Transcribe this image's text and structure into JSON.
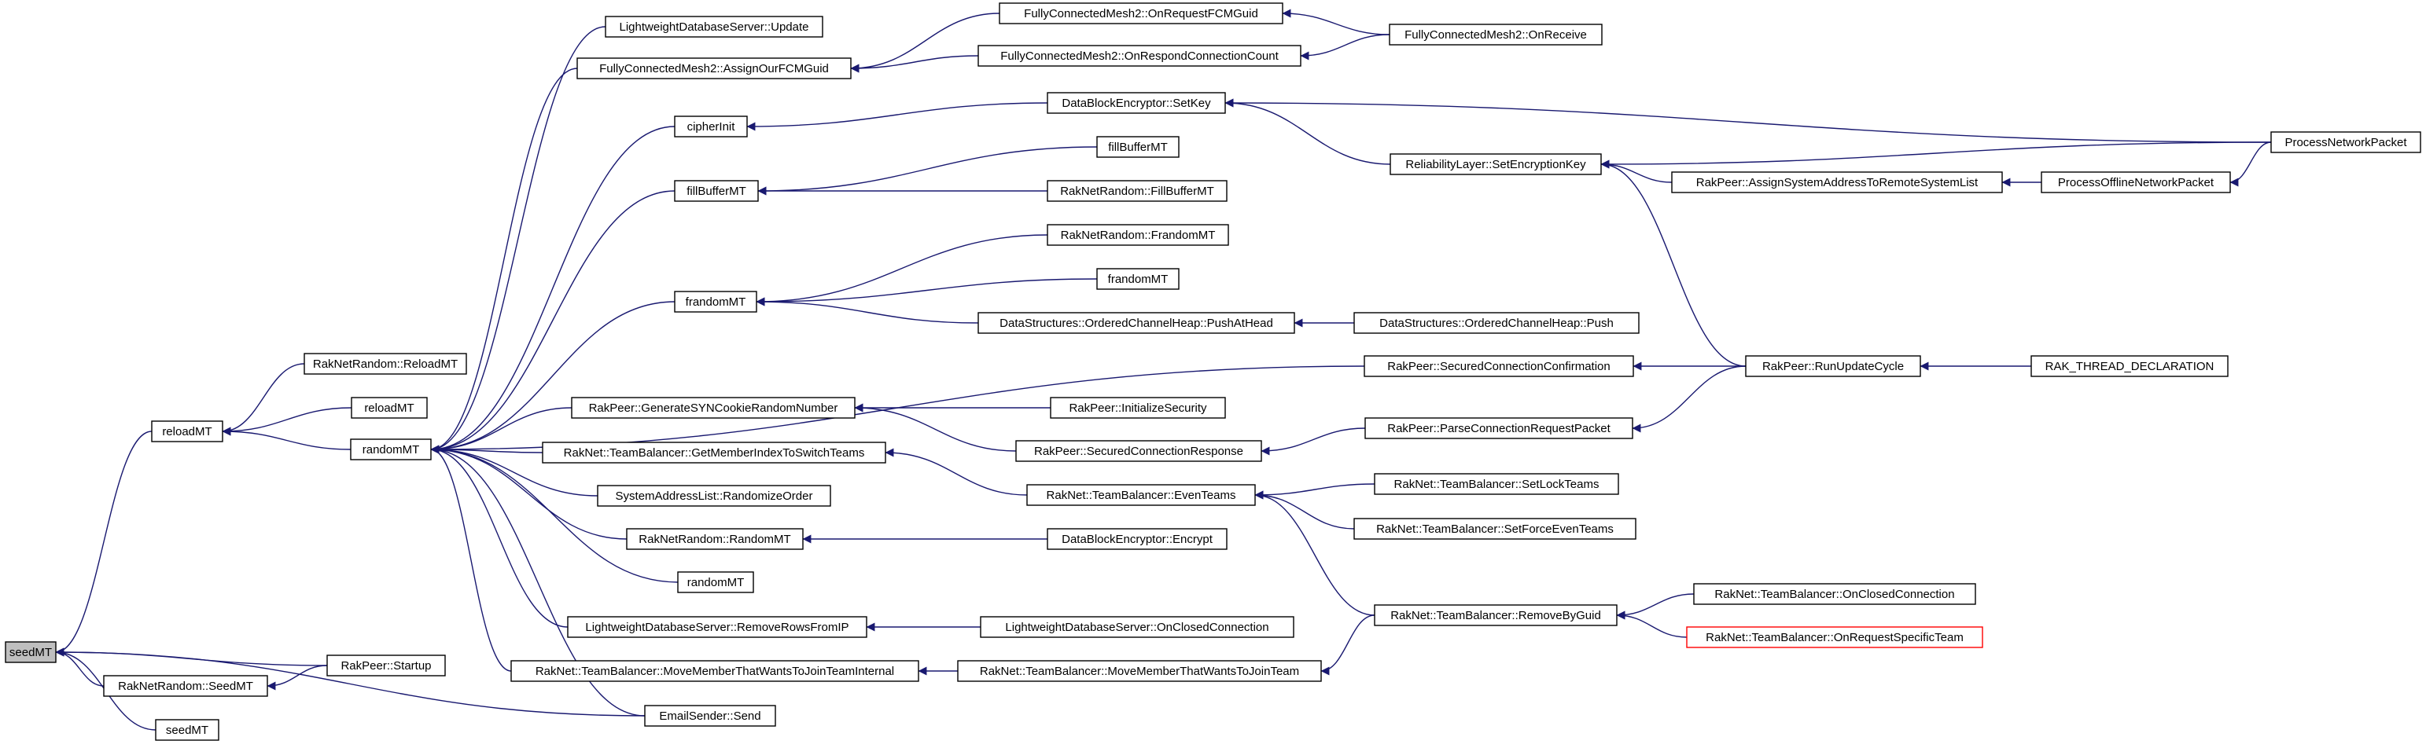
{
  "nodes": [
    {
      "id": "seedMT",
      "label": "seedMT",
      "root": true
    },
    {
      "id": "reloadMT",
      "label": "reloadMT"
    },
    {
      "id": "RakNetRandom_SeedMT",
      "label": "RakNetRandom::SeedMT"
    },
    {
      "id": "seedMT2",
      "label": "seedMT"
    },
    {
      "id": "RakPeer_Startup",
      "label": "RakPeer::Startup"
    },
    {
      "id": "EmailSender_Send",
      "label": "EmailSender::Send"
    },
    {
      "id": "RakNetRandom_ReloadMT",
      "label": "RakNetRandom::ReloadMT"
    },
    {
      "id": "reloadMT2",
      "label": "reloadMT"
    },
    {
      "id": "randomMT",
      "label": "randomMT"
    },
    {
      "id": "LDS_Update",
      "label": "LightweightDatabaseServer::Update"
    },
    {
      "id": "FCM2_AssignOurFCMGuid",
      "label": "FullyConnectedMesh2::AssignOurFCMGuid"
    },
    {
      "id": "cipherInit",
      "label": "cipherInit"
    },
    {
      "id": "fillBufferMT",
      "label": "fillBufferMT"
    },
    {
      "id": "frandomMT",
      "label": "frandomMT"
    },
    {
      "id": "RakPeer_GenerateSYNCookie",
      "label": "RakPeer::GenerateSYNCookieRandomNumber"
    },
    {
      "id": "TB_GetMemberIndex",
      "label": "RakNet::TeamBalancer::GetMemberIndexToSwitchTeams"
    },
    {
      "id": "SAL_RandomizeOrder",
      "label": "SystemAddressList::RandomizeOrder"
    },
    {
      "id": "RakNetRandom_RandomMT",
      "label": "RakNetRandom::RandomMT"
    },
    {
      "id": "randomMT2",
      "label": "randomMT"
    },
    {
      "id": "LDS_RemoveRowsFromIP",
      "label": "LightweightDatabaseServer::RemoveRowsFromIP"
    },
    {
      "id": "TB_MoveMemberInternal",
      "label": "RakNet::TeamBalancer::MoveMemberThatWantsToJoinTeamInternal"
    },
    {
      "id": "FCM2_OnRequestFCMGuid",
      "label": "FullyConnectedMesh2::OnRequestFCMGuid"
    },
    {
      "id": "FCM2_OnRespondConnectionCount",
      "label": "FullyConnectedMesh2::OnRespondConnectionCount"
    },
    {
      "id": "FCM2_OnReceive",
      "label": "FullyConnectedMesh2::OnReceive"
    },
    {
      "id": "DBE_SetKey",
      "label": "DataBlockEncryptor::SetKey"
    },
    {
      "id": "fillBufferMT2",
      "label": "fillBufferMT"
    },
    {
      "id": "RakNetRandom_FillBufferMT",
      "label": "RakNetRandom::FillBufferMT"
    },
    {
      "id": "RakNetRandom_FrandomMT",
      "label": "RakNetRandom::FrandomMT"
    },
    {
      "id": "frandomMT2",
      "label": "frandomMT"
    },
    {
      "id": "DS_OCH_PushAtHead",
      "label": "DataStructures::OrderedChannelHeap::PushAtHead"
    },
    {
      "id": "DS_OCH_Push",
      "label": "DataStructures::OrderedChannelHeap::Push"
    },
    {
      "id": "RakPeer_SecuredConnectionConfirmation",
      "label": "RakPeer::SecuredConnectionConfirmation"
    },
    {
      "id": "RakPeer_InitializeSecurity",
      "label": "RakPeer::InitializeSecurity"
    },
    {
      "id": "RakPeer_SecuredConnectionResponse",
      "label": "RakPeer::SecuredConnectionResponse"
    },
    {
      "id": "RakPeer_ParseConnectionRequestPacket",
      "label": "RakPeer::ParseConnectionRequestPacket"
    },
    {
      "id": "TB_EvenTeams",
      "label": "RakNet::TeamBalancer::EvenTeams"
    },
    {
      "id": "DBE_Encrypt",
      "label": "DataBlockEncryptor::Encrypt"
    },
    {
      "id": "LDS_OnClosedConnection",
      "label": "LightweightDatabaseServer::OnClosedConnection"
    },
    {
      "id": "TB_MoveMember",
      "label": "RakNet::TeamBalancer::MoveMemberThatWantsToJoinTeam"
    },
    {
      "id": "RL_SetEncryptionKey",
      "label": "ReliabilityLayer::SetEncryptionKey"
    },
    {
      "id": "RakPeer_AssignSystemAddress",
      "label": "RakPeer::AssignSystemAddressToRemoteSystemList"
    },
    {
      "id": "ProcessOfflineNetworkPacket",
      "label": "ProcessOfflineNetworkPacket"
    },
    {
      "id": "ProcessNetworkPacket",
      "label": "ProcessNetworkPacket"
    },
    {
      "id": "RakPeer_RunUpdateCycle",
      "label": "RakPeer::RunUpdateCycle"
    },
    {
      "id": "RAK_THREAD_DECLARATION",
      "label": "RAK_THREAD_DECLARATION"
    },
    {
      "id": "TB_SetLockTeams",
      "label": "RakNet::TeamBalancer::SetLockTeams"
    },
    {
      "id": "TB_SetForceEvenTeams",
      "label": "RakNet::TeamBalancer::SetForceEvenTeams"
    },
    {
      "id": "TB_RemoveByGuid",
      "label": "RakNet::TeamBalancer::RemoveByGuid"
    },
    {
      "id": "TB_OnClosedConnection",
      "label": "RakNet::TeamBalancer::OnClosedConnection"
    },
    {
      "id": "TB_OnRequestSpecificTeam",
      "label": "RakNet::TeamBalancer::OnRequestSpecificTeam",
      "truncated": true
    }
  ],
  "edges": [
    [
      "reloadMT",
      "seedMT"
    ],
    [
      "RakNetRandom_SeedMT",
      "seedMT"
    ],
    [
      "seedMT2",
      "seedMT"
    ],
    [
      "RakPeer_Startup",
      "seedMT"
    ],
    [
      "EmailSender_Send",
      "seedMT"
    ],
    [
      "RakPeer_Startup",
      "RakNetRandom_SeedMT"
    ],
    [
      "RakNetRandom_ReloadMT",
      "reloadMT"
    ],
    [
      "reloadMT2",
      "reloadMT"
    ],
    [
      "randomMT",
      "reloadMT"
    ],
    [
      "LDS_Update",
      "randomMT"
    ],
    [
      "FCM2_AssignOurFCMGuid",
      "randomMT"
    ],
    [
      "cipherInit",
      "randomMT"
    ],
    [
      "fillBufferMT",
      "randomMT"
    ],
    [
      "frandomMT",
      "randomMT"
    ],
    [
      "RakPeer_SecuredConnectionConfirmation",
      "randomMT"
    ],
    [
      "RakPeer_GenerateSYNCookie",
      "randomMT"
    ],
    [
      "TB_GetMemberIndex",
      "randomMT"
    ],
    [
      "SAL_RandomizeOrder",
      "randomMT"
    ],
    [
      "RakNetRandom_RandomMT",
      "randomMT"
    ],
    [
      "randomMT2",
      "randomMT"
    ],
    [
      "LDS_RemoveRowsFromIP",
      "randomMT"
    ],
    [
      "TB_MoveMemberInternal",
      "randomMT"
    ],
    [
      "EmailSender_Send",
      "randomMT"
    ],
    [
      "FCM2_OnRequestFCMGuid",
      "FCM2_AssignOurFCMGuid"
    ],
    [
      "FCM2_OnRespondConnectionCount",
      "FCM2_AssignOurFCMGuid"
    ],
    [
      "FCM2_OnReceive",
      "FCM2_OnRequestFCMGuid"
    ],
    [
      "FCM2_OnReceive",
      "FCM2_OnRespondConnectionCount"
    ],
    [
      "DBE_SetKey",
      "cipherInit"
    ],
    [
      "RL_SetEncryptionKey",
      "DBE_SetKey"
    ],
    [
      "ProcessNetworkPacket",
      "DBE_SetKey"
    ],
    [
      "fillBufferMT2",
      "fillBufferMT"
    ],
    [
      "RakNetRandom_FillBufferMT",
      "fillBufferMT"
    ],
    [
      "RakNetRandom_FrandomMT",
      "frandomMT"
    ],
    [
      "frandomMT2",
      "frandomMT"
    ],
    [
      "DS_OCH_PushAtHead",
      "frandomMT"
    ],
    [
      "DS_OCH_Push",
      "DS_OCH_PushAtHead"
    ],
    [
      "RakPeer_InitializeSecurity",
      "RakPeer_GenerateSYNCookie"
    ],
    [
      "RakPeer_SecuredConnectionResponse",
      "RakPeer_GenerateSYNCookie"
    ],
    [
      "RakPeer_ParseConnectionRequestPacket",
      "RakPeer_SecuredConnectionResponse"
    ],
    [
      "TB_EvenTeams",
      "TB_GetMemberIndex"
    ],
    [
      "DBE_Encrypt",
      "RakNetRandom_RandomMT"
    ],
    [
      "LDS_OnClosedConnection",
      "LDS_RemoveRowsFromIP"
    ],
    [
      "TB_MoveMember",
      "TB_MoveMemberInternal"
    ],
    [
      "TB_RemoveByGuid",
      "TB_MoveMember"
    ],
    [
      "ProcessNetworkPacket",
      "RL_SetEncryptionKey"
    ],
    [
      "RakPeer_AssignSystemAddress",
      "RL_SetEncryptionKey"
    ],
    [
      "RakPeer_RunUpdateCycle",
      "RL_SetEncryptionKey"
    ],
    [
      "ProcessOfflineNetworkPacket",
      "RakPeer_AssignSystemAddress"
    ],
    [
      "ProcessNetworkPacket",
      "ProcessOfflineNetworkPacket"
    ],
    [
      "RakPeer_RunUpdateCycle",
      "RakPeer_SecuredConnectionConfirmation"
    ],
    [
      "RakPeer_RunUpdateCycle",
      "RakPeer_ParseConnectionRequestPacket"
    ],
    [
      "RAK_THREAD_DECLARATION",
      "RakPeer_RunUpdateCycle"
    ],
    [
      "TB_SetLockTeams",
      "TB_EvenTeams"
    ],
    [
      "TB_SetForceEvenTeams",
      "TB_EvenTeams"
    ],
    [
      "TB_RemoveByGuid",
      "TB_EvenTeams"
    ],
    [
      "TB_OnClosedConnection",
      "TB_RemoveByGuid"
    ],
    [
      "TB_OnRequestSpecificTeam",
      "TB_RemoveByGuid"
    ]
  ]
}
